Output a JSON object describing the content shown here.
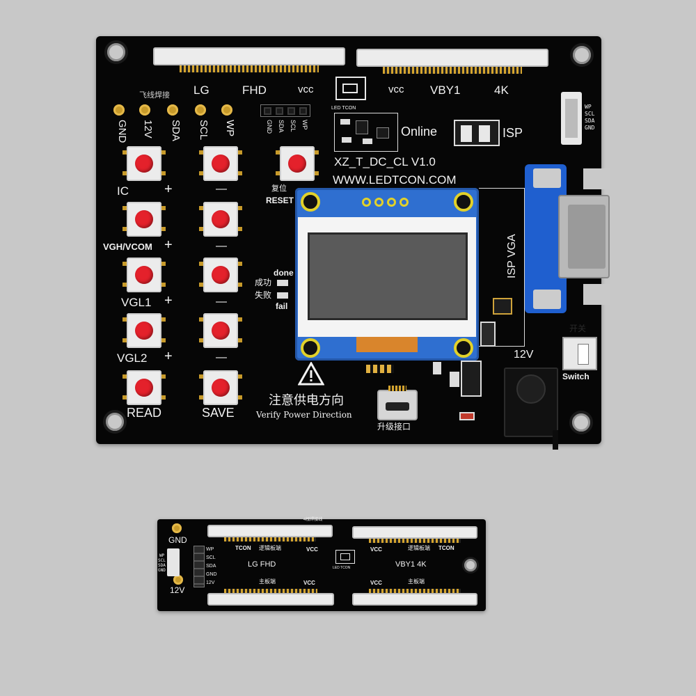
{
  "main_board": {
    "connector_left": {
      "labels": [
        "LG",
        "FHD",
        "vcc"
      ]
    },
    "connector_right": {
      "labels": [
        "vcc",
        "VBY1",
        "4K"
      ]
    },
    "led_tcon_label": "LED TCON",
    "fly_wire_label": "飞线焊接",
    "pads": [
      "GND",
      "12V",
      "SDA",
      "SCL",
      "WP"
    ],
    "header_pins": [
      "GND",
      "SDA",
      "SCL",
      "WP"
    ],
    "online_label": "Online",
    "isp_label": "ISP",
    "side_header_pins": [
      "WP",
      "SCL",
      "SDA",
      "GND"
    ],
    "model": "XZ_T_DC_CL  V1.0",
    "website": "WWW.LEDTCON.COM",
    "reset_cn": "复位",
    "reset_en": "RESET",
    "button_labels": {
      "ic": "IC",
      "vgh_vcom": "VGH/VCOM",
      "vgl1": "VGL1",
      "vgl2": "VGL2",
      "read": "READ",
      "save": "SAVE",
      "plus": "+",
      "minus": "—"
    },
    "done_label": "done",
    "success_cn": "成功",
    "fail_cn": "失败",
    "fail_label": "fail",
    "isp_vga_label": "ISP  VGA",
    "power_12v": "12V",
    "switch_cn": "开关",
    "switch_label": "Switch",
    "warning_cn": "注意供电方向",
    "warning_en": "Verify Power Direction",
    "upgrade_cn": "升级接口"
  },
  "adapter_board": {
    "gnd": "GND",
    "v12": "12V",
    "side_pins": [
      "WP",
      "SCL",
      "SDA",
      "GND"
    ],
    "header_labels": [
      "WP",
      "SCL",
      "SDA",
      "GND",
      "12V"
    ],
    "top_tiny": "4根焊接线",
    "left_top": {
      "tcon": "TCON",
      "cn": "逻辑板端",
      "vcc": "VCC"
    },
    "left_mid": "LG  FHD",
    "left_bottom": {
      "cn": "主板端",
      "vcc": "VCC"
    },
    "right_top": {
      "vcc": "VCC",
      "cn": "逻辑板端",
      "tcon": "TCON"
    },
    "right_mid": "VBY1    4K",
    "right_bottom": {
      "vcc": "VCC",
      "cn": "主板端"
    },
    "led_tcon": "LED TCON"
  }
}
